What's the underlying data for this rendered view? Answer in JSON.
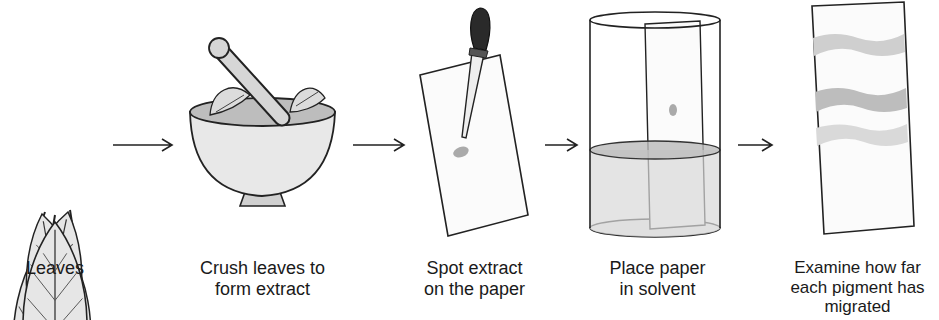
{
  "diagram": {
    "nodes": [
      {
        "text": [
          "Leaves"
        ]
      },
      {
        "text": [
          "Crush leaves to form extract"
        ]
      },
      {
        "text": [
          "Spot extract on the paper"
        ]
      },
      {
        "text": [
          "Place paper in solvent"
        ]
      },
      {
        "text": [
          "Examine how far each pigment has migrated"
        ]
      }
    ],
    "edges": [
      {
        "from": 0,
        "to": 1,
        "arrow": "to"
      },
      {
        "from": 1,
        "to": 2,
        "arrow": "to"
      },
      {
        "from": 2,
        "to": 3,
        "arrow": "to"
      },
      {
        "from": 3,
        "to": 4,
        "arrow": "to"
      }
    ]
  }
}
